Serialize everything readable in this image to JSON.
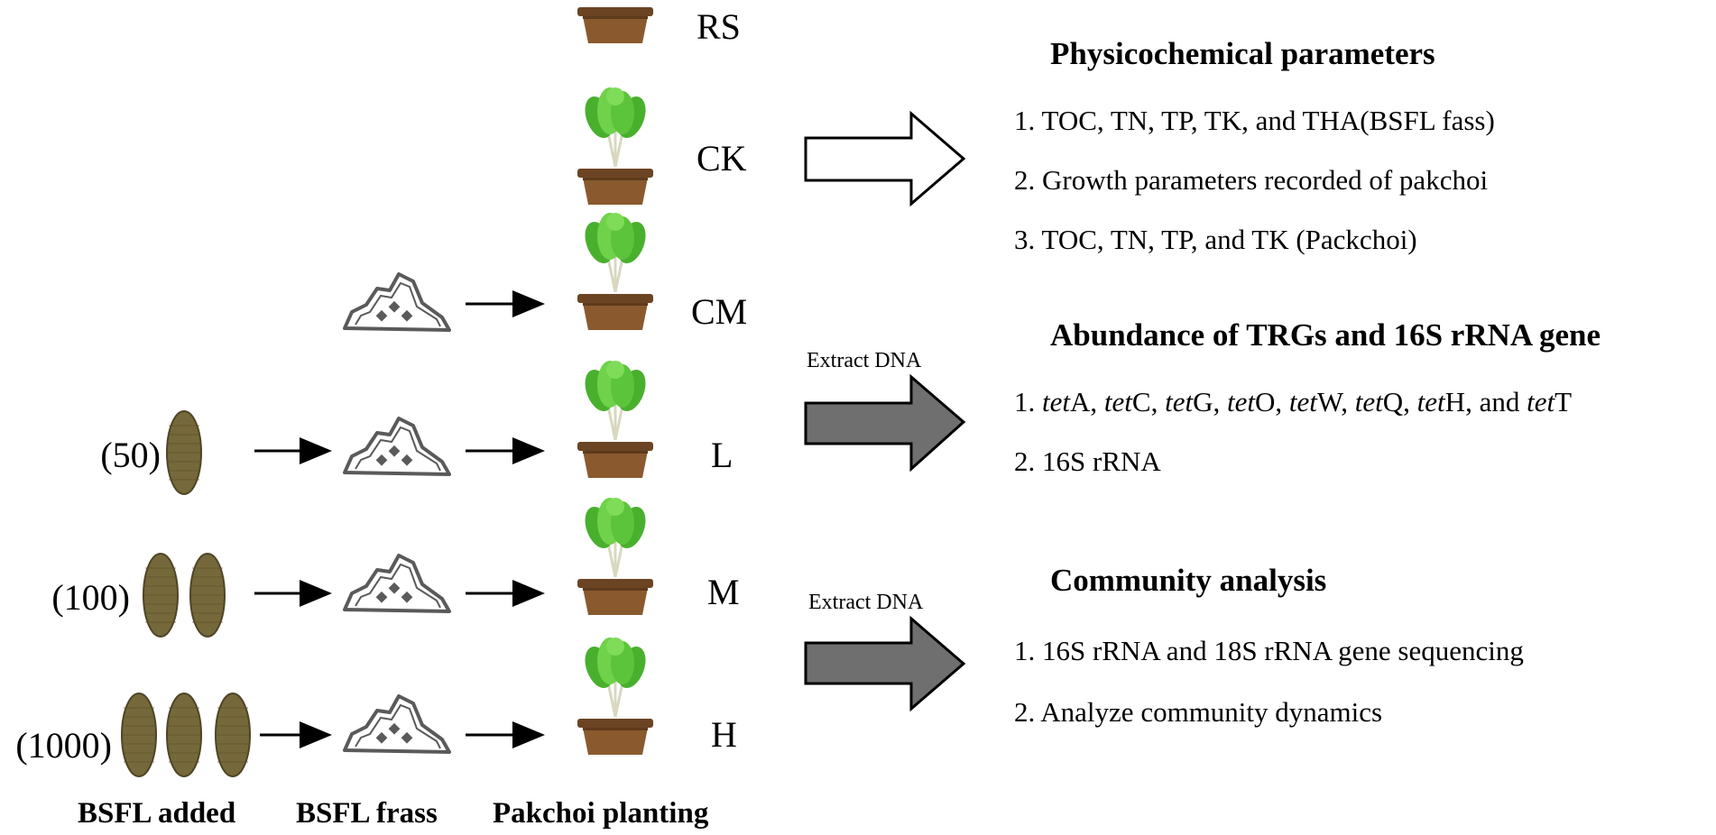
{
  "groups": [
    {
      "id": "RS",
      "label": "RS"
    },
    {
      "id": "CK",
      "label": "CK"
    },
    {
      "id": "CM",
      "label": "CM"
    },
    {
      "id": "L",
      "label": "L",
      "count": "(50)"
    },
    {
      "id": "M",
      "label": "M",
      "count": "(100)"
    },
    {
      "id": "H",
      "label": "H",
      "count": "(1000)"
    }
  ],
  "captions": {
    "bsfl_added": "BSFL added",
    "bsfl_frass": "BSFL frass",
    "pakchoi_planting": "Pakchoi planting"
  },
  "extract_label": "Extract DNA",
  "sections": [
    {
      "title": "Physicochemical parameters",
      "items": [
        "1. TOC, TN, TP, TK, and THA(BSFL fass)",
        "2. Growth parameters recorded of pakchoi",
        "3. TOC, TN, TP, and TK (Packchoi)"
      ]
    },
    {
      "title": "Abundance of TRGs and 16S rRNA gene",
      "items": [
        "2. 16S rRNA"
      ],
      "tet_line": {
        "prefix": "1. ",
        "genes": [
          "A",
          "C",
          "G",
          "O",
          "W",
          "Q",
          "H",
          "T"
        ],
        "italic_part": "tet",
        "conjunction": "and"
      }
    },
    {
      "title": "Community analysis",
      "items": [
        "1. 16S rRNA and 18S rRNA gene sequencing",
        "2. Analyze community dynamics"
      ]
    }
  ],
  "colors": {
    "pot": "#7a5230",
    "plant": "#5cc43a",
    "larva": "#7a6a3a",
    "frass_outline": "#5a5a5a",
    "arrow_fill_grey": "#6f6f6f",
    "arrow_fill_white": "#ffffff"
  }
}
